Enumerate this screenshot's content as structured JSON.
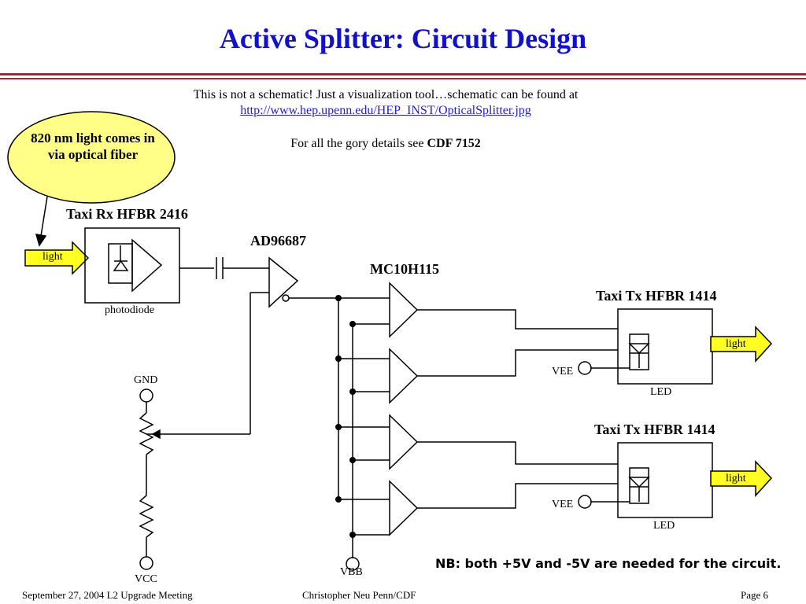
{
  "slide": {
    "title": "Active Splitter: Circuit Design",
    "intro_line1": "This is not a schematic!  Just a visualization tool…schematic can be found at",
    "intro_link": "http://www.hep.upenn.edu/HEP_INST/OpticalSplitter.jpg",
    "gory_prefix": "For all the gory details see ",
    "gory_ref": "CDF 7152",
    "callout": "820 nm light comes in via optical fiber",
    "note": "NB: both +5V and -5V are needed for the circuit."
  },
  "diagram": {
    "rx_title": "Taxi Rx HFBR 2416",
    "rx_sub": "photodiode",
    "input_arrow": "light",
    "amp_label": "AD96687",
    "fanout_label": "MC10H115",
    "tx1_title": "Taxi Tx HFBR 1414",
    "tx2_title": "Taxi Tx HFBR 1414",
    "tx_sub": "LED",
    "vee_label": "VEE",
    "output_arrow": "light",
    "gnd_label": "GND",
    "vcc_label": "VCC",
    "vbb_label": "VBB"
  },
  "footer": {
    "left": "September 27, 2004  L2 Upgrade Meeting",
    "center": "Christopher Neu  Penn/CDF",
    "right": "Page 6"
  },
  "colors": {
    "title": "#1111cc",
    "rule": "#aa2233",
    "callout_fill": "#ffff88",
    "arrow_fill": "#ffff22",
    "link": "#2222cc"
  }
}
